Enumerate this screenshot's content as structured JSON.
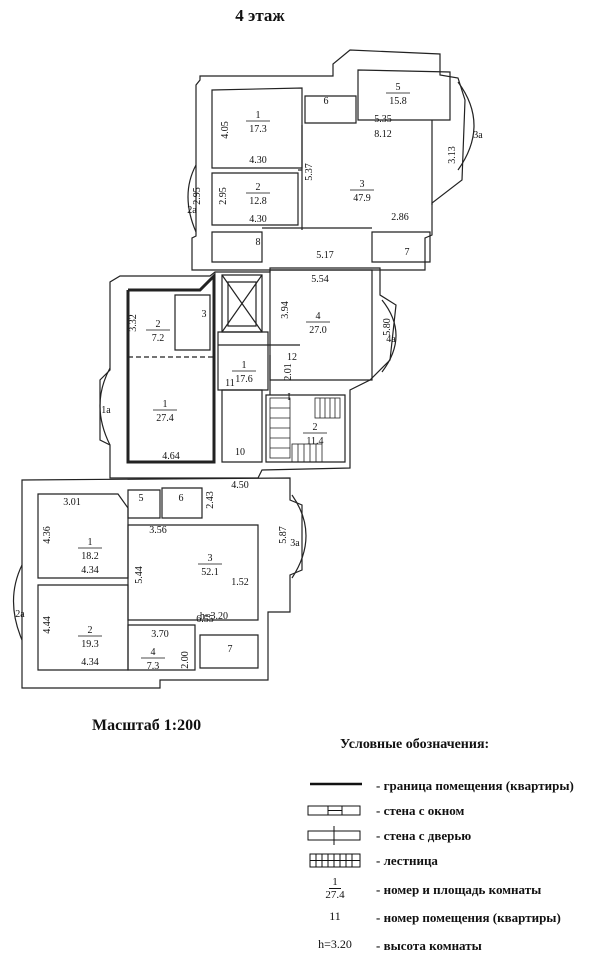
{
  "title": "4 этаж",
  "scale": "Масштаб 1:200",
  "legend": {
    "title": "Условные обозначения:",
    "items": [
      {
        "symbol": "thick-line",
        "text": "- граница помещения (квартиры)"
      },
      {
        "symbol": "window-wall",
        "text": "- стена с окном"
      },
      {
        "symbol": "door-wall",
        "text": "- стена с дверью"
      },
      {
        "symbol": "stairs",
        "text": "- лестница"
      },
      {
        "symbol": "room-fraction",
        "num": "1",
        "den": "27.4",
        "text": "- номер и площадь комнаты"
      },
      {
        "symbol": "apartment-number",
        "label": "11",
        "text": "- номер помещения (квартиры)"
      },
      {
        "symbol": "height",
        "label": "h=3.20",
        "text": "- высота комнаты"
      }
    ]
  },
  "rooms": [
    {
      "num": "1",
      "area": "17.3"
    },
    {
      "num": "2",
      "area": "12.8"
    },
    {
      "num": "5",
      "area": "15.8"
    },
    {
      "num": "3",
      "area": "47.9"
    },
    {
      "num": "4",
      "area": "27.0"
    },
    {
      "num": "2",
      "area": "7.2"
    },
    {
      "num": "1",
      "area": "27.4"
    },
    {
      "num": "1",
      "area": "17.6"
    },
    {
      "num": "2",
      "area": "11.4"
    },
    {
      "num": "1",
      "area": "18.2"
    },
    {
      "num": "2",
      "area": "19.3"
    },
    {
      "num": "3",
      "area": "52.1"
    },
    {
      "num": "4",
      "area": "7.3"
    }
  ],
  "dimensions": [
    "4.05",
    "4.30",
    "2.95",
    "4.30",
    "2.95",
    "5.35",
    "3.13",
    "8.12",
    "5.37",
    "2.86",
    "5.17",
    "5.54",
    "3.94",
    "5.80",
    "2.01",
    "3.32",
    "4.64",
    "4.50",
    "3.01",
    "4.36",
    "4.34",
    "3.56",
    "2.43",
    "5.87",
    "5.44",
    "1.52",
    "4.44",
    "4.34",
    "6.55",
    "3.70",
    "2.00"
  ],
  "labels": [
    "6",
    "8",
    "7",
    "3",
    "11",
    "12",
    "10",
    "5",
    "6",
    "7",
    "1а",
    "2а",
    "3а",
    "4а",
    "2а",
    "3а",
    "I"
  ],
  "height_label": "h=3.20"
}
